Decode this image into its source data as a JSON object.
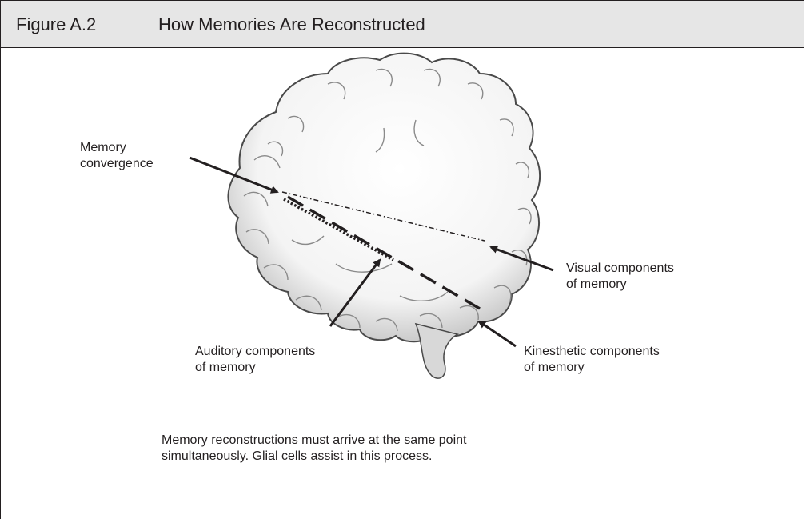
{
  "header": {
    "figure_label": "Figure A.2",
    "title": "How Memories Are Reconstructed"
  },
  "labels": {
    "memory_convergence": [
      "Memory",
      "convergence"
    ],
    "visual": [
      "Visual components",
      "of memory"
    ],
    "auditory": [
      "Auditory components",
      "of memory"
    ],
    "kinesthetic": [
      "Kinesthetic components",
      "of memory"
    ]
  },
  "caption": [
    "Memory reconstructions must arrive at the same point",
    "simultaneously. Glial cells assist in this process."
  ],
  "colors": {
    "border": "#231f20",
    "header_bg": "#e6e6e6",
    "brain_shade": "#8a8a8a"
  }
}
